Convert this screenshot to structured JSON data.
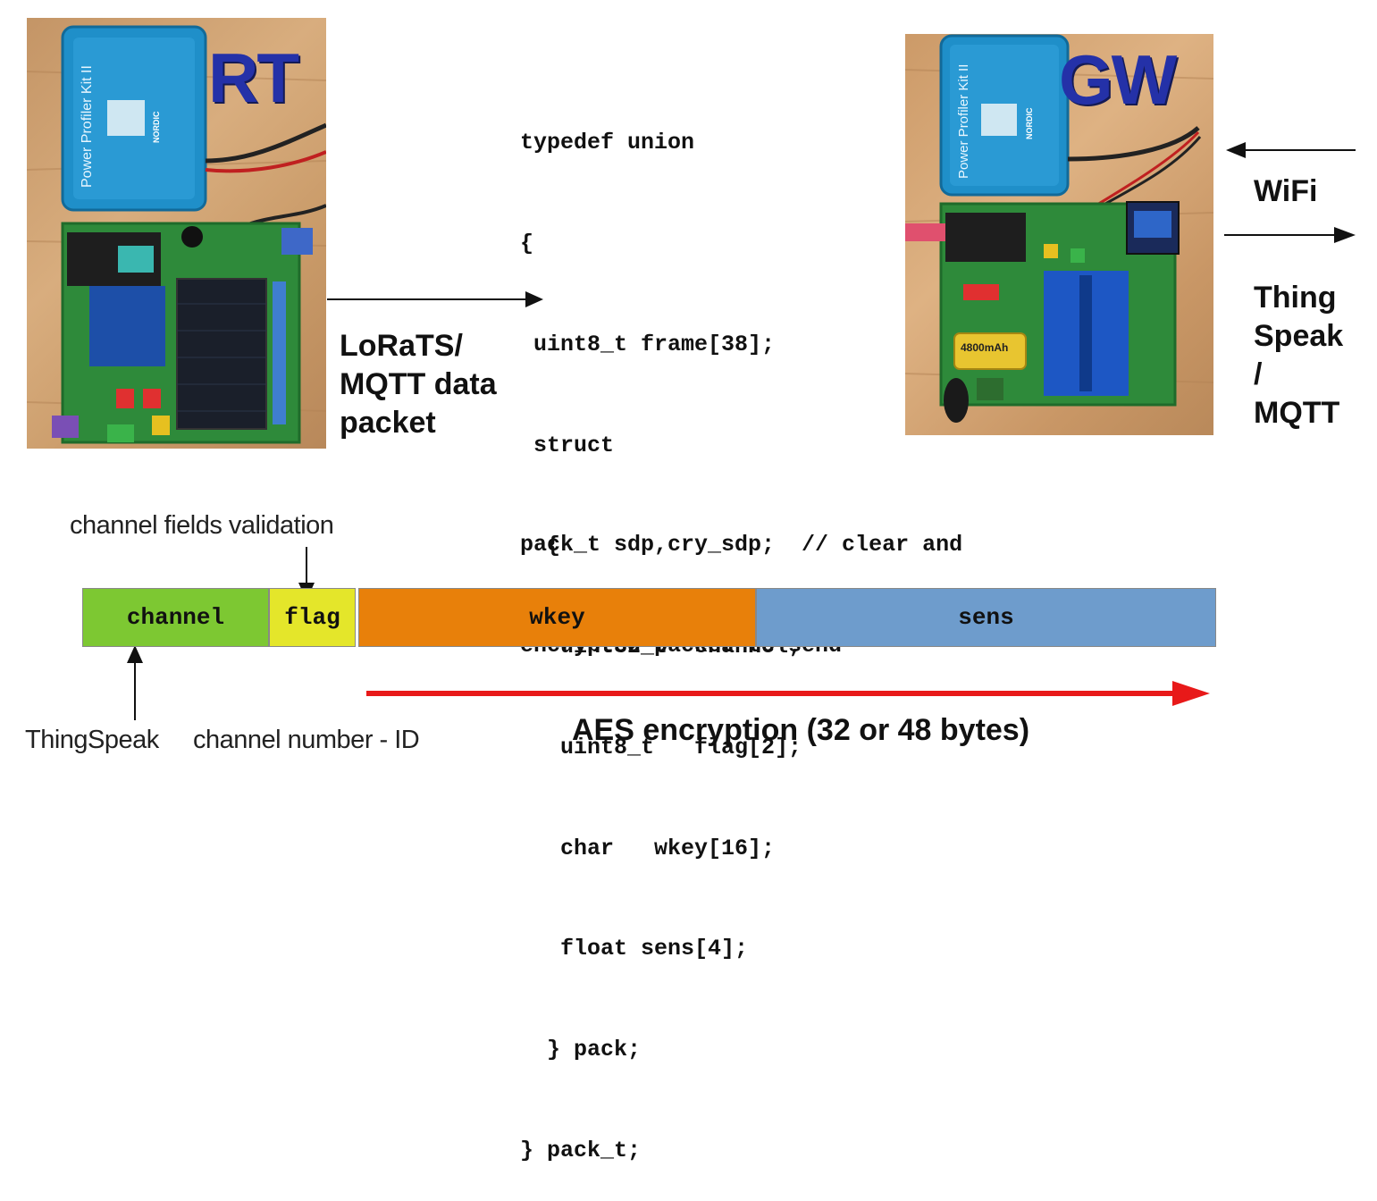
{
  "rt_device": {
    "label": "RT",
    "profiler_text": "Power Profiler Kit II",
    "brand_text": "NORDIC"
  },
  "gw_device": {
    "label": "GW",
    "profiler_text": "Power Profiler Kit II",
    "brand_text": "NORDIC",
    "battery_text": "4800mAh"
  },
  "link_label": [
    "LoRaTS/",
    "MQTT data",
    "packet"
  ],
  "right_labels": {
    "wifi": "WiFi",
    "cloud": [
      "Thing",
      "Speak",
      "/",
      "MQTT"
    ]
  },
  "code_lines": [
    "typedef union",
    "{",
    " uint8_t frame[38];",
    " struct",
    "  {",
    "   uint32_t  channel;",
    "   uint8_t   flag[2];",
    "   char   wkey[16];",
    "   float sens[4];",
    "  } pack;",
    "} pack_t;"
  ],
  "decl_lines": [
    "pack_t sdp,cry_sdp;  // clear and",
    "encrypted packet to send"
  ],
  "packet_fields": [
    {
      "name": "channel",
      "color": "#7dc832"
    },
    {
      "name": "flag",
      "color": "#e4e62a"
    },
    {
      "name": "wkey",
      "color": "#e8800a"
    },
    {
      "name": "sens",
      "color": "#6e9ccc"
    }
  ],
  "annotations": {
    "validation": "channel fields validation",
    "thingspeak": "ThingSpeak",
    "channel_id": "channel number - ID",
    "aes": "AES encryption (32 or 48 bytes)"
  },
  "colors": {
    "aes_arrow": "#e81919",
    "title_blue": "#2431a8"
  }
}
